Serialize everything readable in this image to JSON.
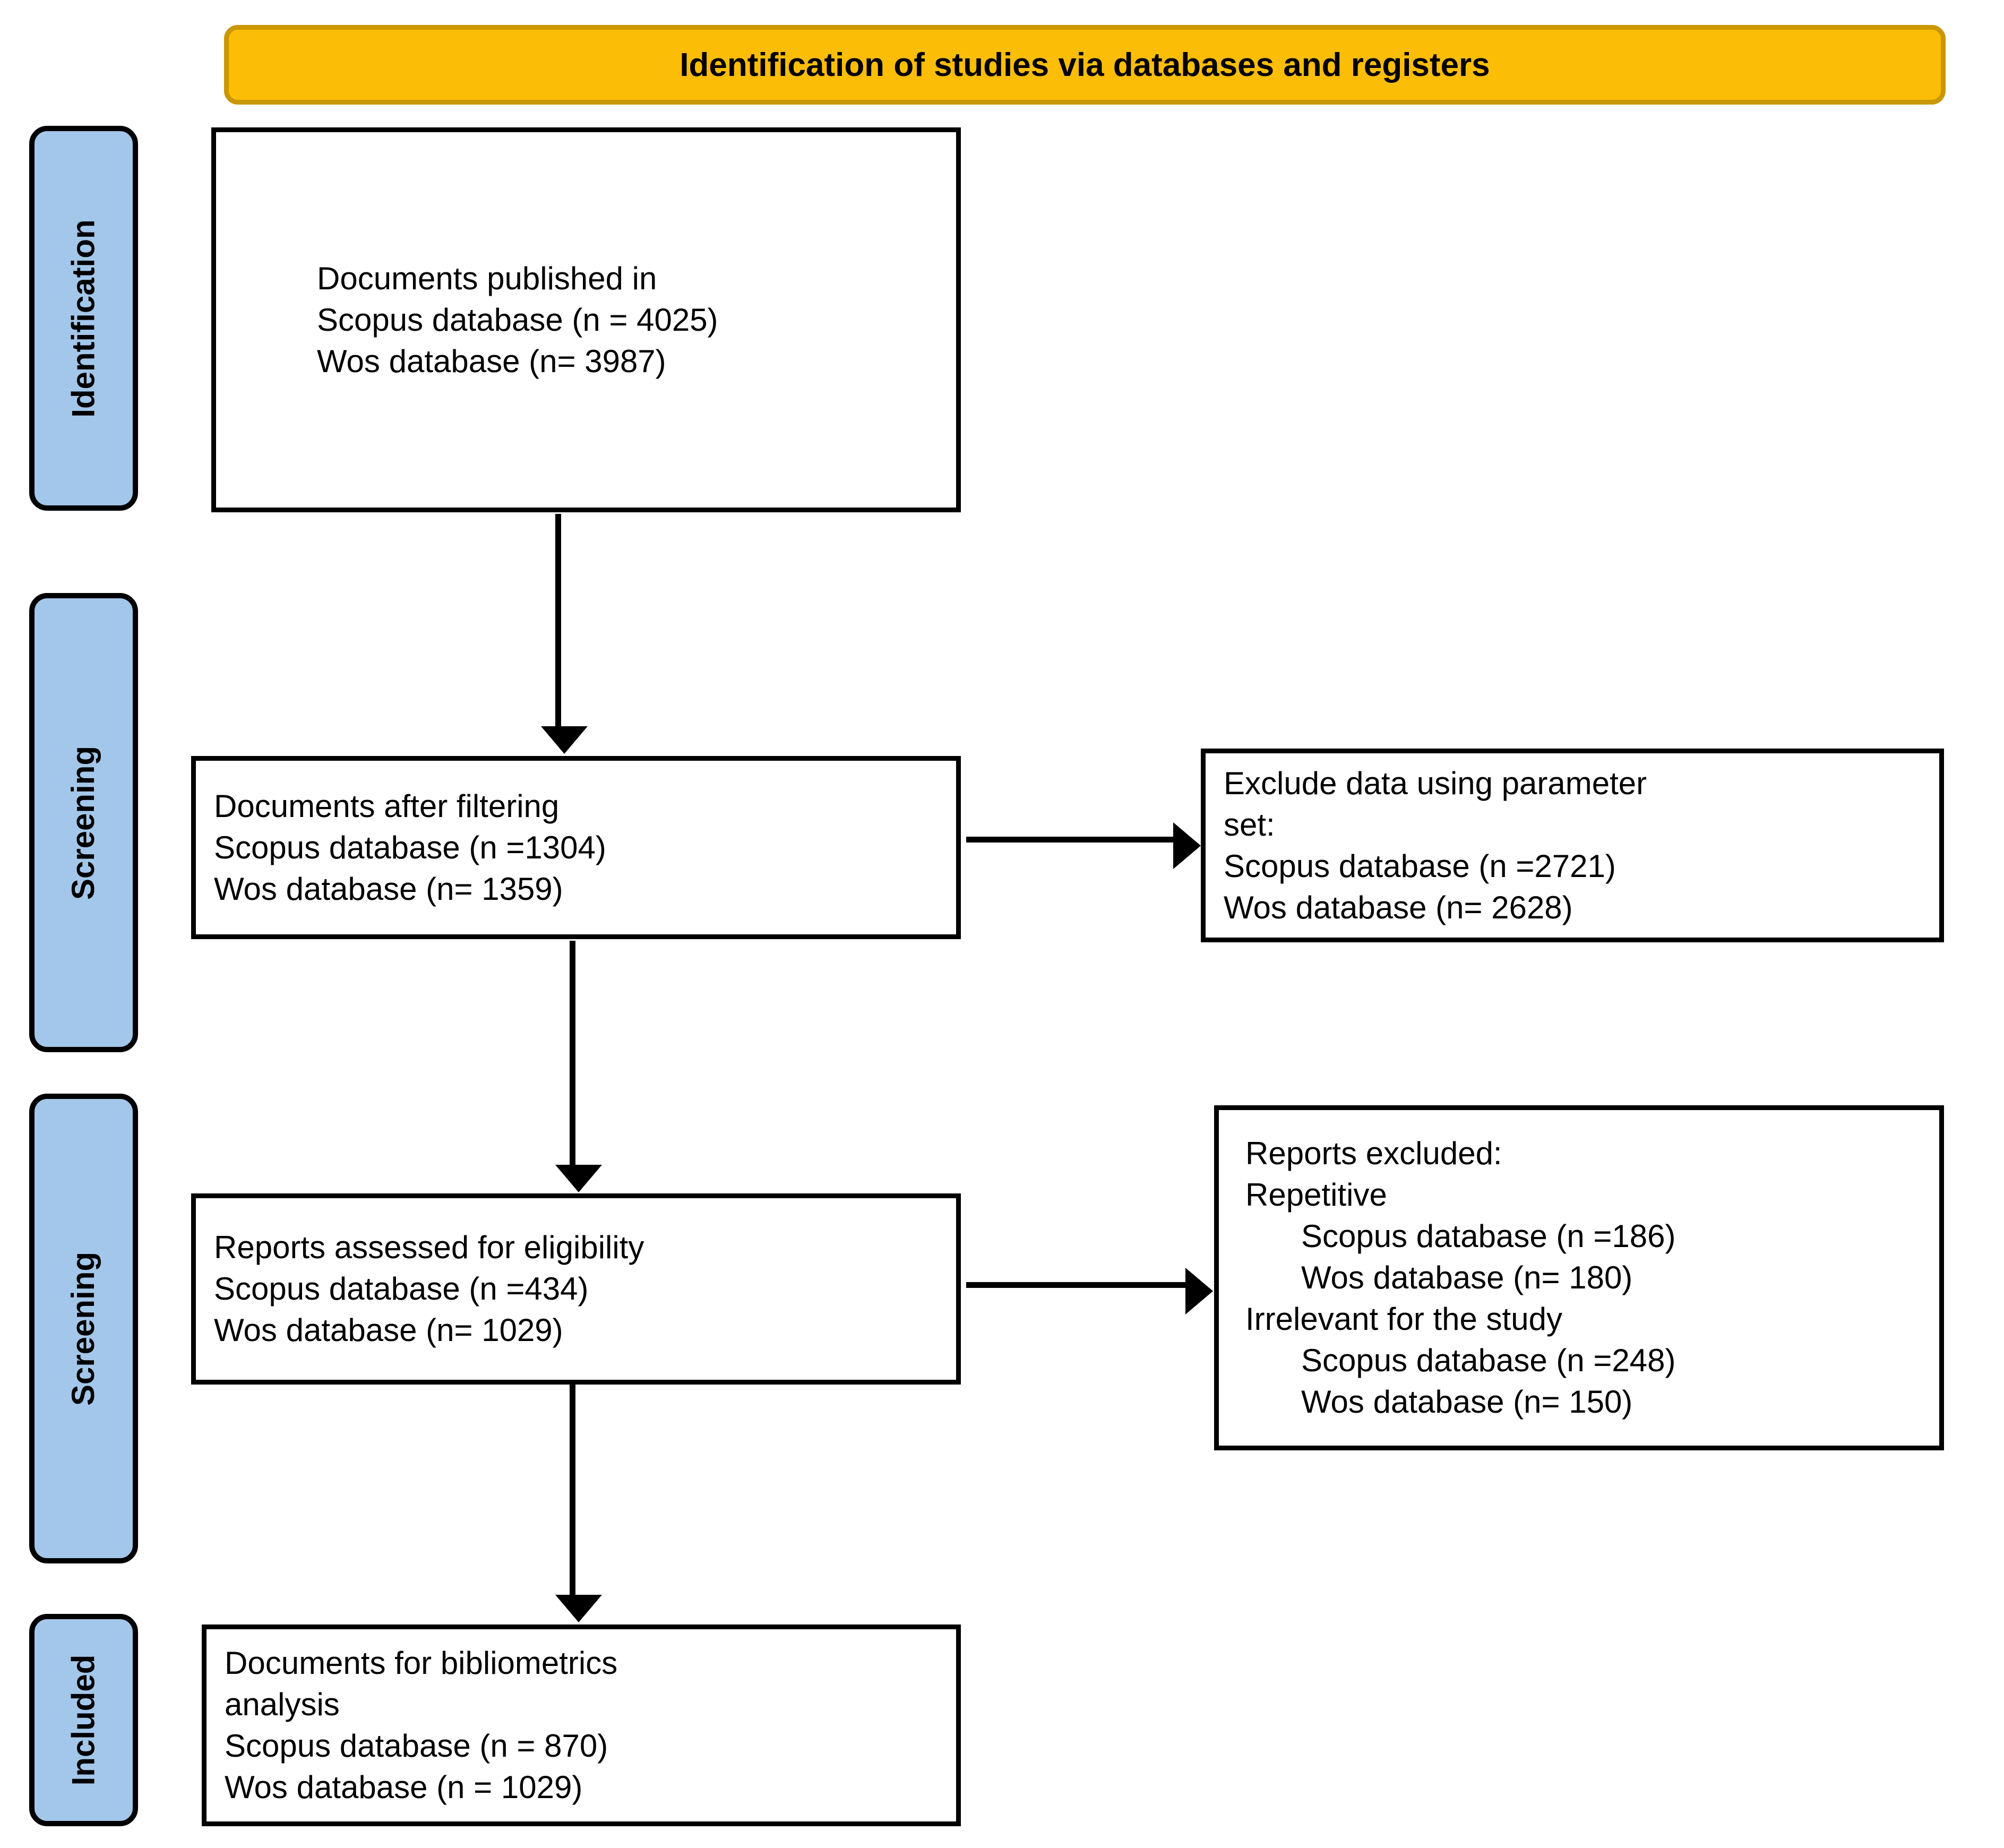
{
  "header": {
    "title": "Identification of studies via databases and registers",
    "background_color": "#FBBD05",
    "border_color": "#C99700"
  },
  "stages": {
    "identification": "Identification",
    "screening_1": "Screening",
    "screening_2": "Screening",
    "included": "Included",
    "chip_color": "#A3C7EA"
  },
  "boxes": {
    "identification": {
      "line1": "Documents published in",
      "line2": "Scopus database (n = 4025)",
      "line3": "Wos database (n= 3987)"
    },
    "filtered": {
      "line1": "Documents after filtering",
      "line2": "Scopus database (n =1304)",
      "line3": "Wos database (n= 1359)"
    },
    "excluded_parameters": {
      "line1": "Exclude data using parameter",
      "line2": "set:",
      "line3": "Scopus database (n =2721)",
      "line4": "Wos database (n= 2628)"
    },
    "eligibility": {
      "line1": "Reports assessed for eligibility",
      "line2": "Scopus database (n =434)",
      "line3": "Wos database (n= 1029)"
    },
    "excluded_reports": {
      "line1": "Reports excluded:",
      "line2": "Repetitive",
      "line3": "Scopus database (n =186)",
      "line4": "Wos database (n= 180)",
      "line5": "Irrelevant for the study",
      "line6": "Scopus database (n =248)",
      "line7": "Wos database (n= 150)"
    },
    "included": {
      "line1": "Documents for bibliometrics",
      "line2": "analysis",
      "line3": "Scopus database (n = 870)",
      "line4": "Wos database (n = 1029)"
    }
  },
  "counts": {
    "identified_scopus": 4025,
    "identified_wos": 3987,
    "after_filtering_scopus": 1304,
    "after_filtering_wos": 1359,
    "excluded_parameter_scopus": 2721,
    "excluded_parameter_wos": 2628,
    "eligibility_scopus": 434,
    "eligibility_wos": 1029,
    "excluded_repetitive_scopus": 186,
    "excluded_repetitive_wos": 180,
    "excluded_irrelevant_scopus": 248,
    "excluded_irrelevant_wos": 150,
    "included_scopus": 870,
    "included_wos": 1029
  }
}
